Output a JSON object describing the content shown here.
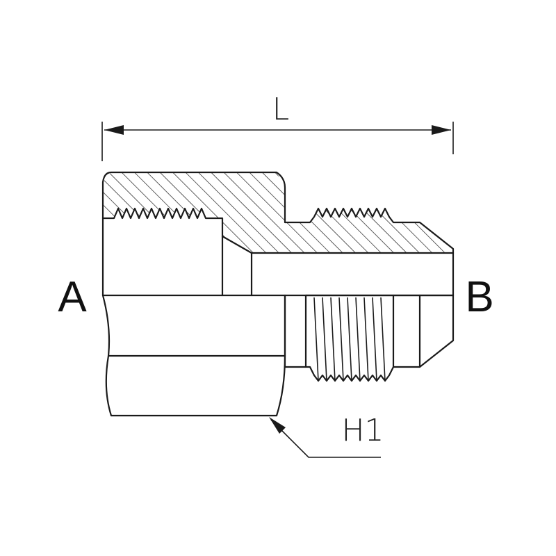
{
  "labels": {
    "length": "L",
    "end_a": "A",
    "end_b": "B",
    "hex_size": "H1"
  },
  "colors": {
    "ink": "#1a1a1a",
    "background": "#ffffff"
  }
}
